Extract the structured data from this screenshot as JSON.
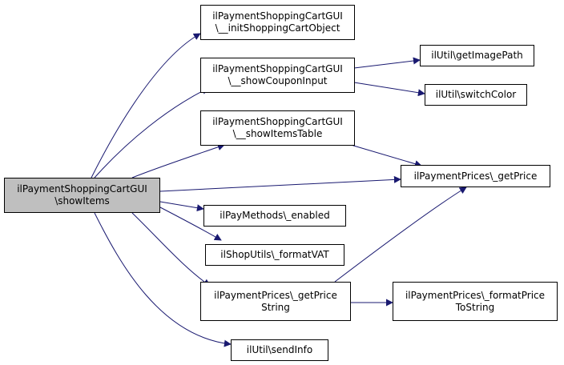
{
  "colors": {
    "edge": "#191970",
    "node_border": "#000000",
    "root_fill": "#bfbfbf",
    "node_fill": "#ffffff"
  },
  "nodes": {
    "root": {
      "lines": [
        "ilPaymentShoppingCartGUI",
        "\\showItems"
      ]
    },
    "init_cart": {
      "lines": [
        "ilPaymentShoppingCartGUI",
        "\\__initShoppingCartObject"
      ]
    },
    "coupon_input": {
      "lines": [
        "ilPaymentShoppingCartGUI",
        "\\__showCouponInput"
      ]
    },
    "items_table": {
      "lines": [
        "ilPaymentShoppingCartGUI",
        "\\__showItemsTable"
      ]
    },
    "get_image_path": {
      "lines": [
        "ilUtil\\getImagePath"
      ]
    },
    "switch_color": {
      "lines": [
        "ilUtil\\switchColor"
      ]
    },
    "get_price": {
      "lines": [
        "ilPaymentPrices\\_getPrice"
      ]
    },
    "pay_enabled": {
      "lines": [
        "ilPayMethods\\_enabled"
      ]
    },
    "format_vat": {
      "lines": [
        "ilShopUtils\\_formatVAT"
      ]
    },
    "price_string": {
      "lines": [
        "ilPaymentPrices\\_getPrice",
        "String"
      ]
    },
    "format_price": {
      "lines": [
        "ilPaymentPrices\\_formatPrice",
        "ToString"
      ]
    },
    "send_info": {
      "lines": [
        "ilUtil\\sendInfo"
      ]
    }
  }
}
